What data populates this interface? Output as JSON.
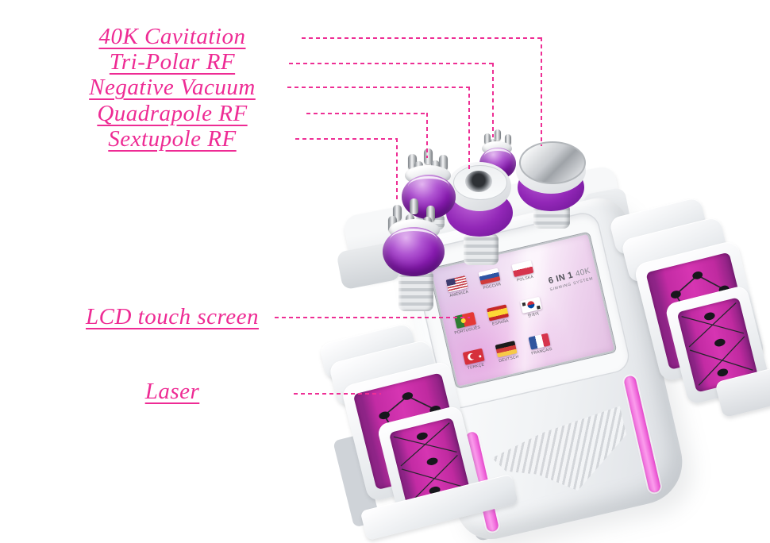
{
  "colors": {
    "annotation_pink": "#ee2b94",
    "device_purple": "#8a1cb2",
    "laser_pad_magenta": "#c32ba4",
    "led_strip_pink": "#f779e3",
    "body_white": "#f0f2f4"
  },
  "annotations": {
    "labels": [
      {
        "id": "40k-cavitation",
        "text": "40K Cavitation"
      },
      {
        "id": "tri-polar-rf",
        "text": "Tri-Polar RF"
      },
      {
        "id": "negative-vacuum",
        "text": "Negative Vacuum"
      },
      {
        "id": "quadrapole-rf",
        "text": "Quadrapole RF"
      },
      {
        "id": "sextupole-rf",
        "text": "Sextupole RF"
      },
      {
        "id": "lcd-touch-screen",
        "text": "LCD touch screen"
      },
      {
        "id": "laser",
        "text": "Laser"
      }
    ]
  },
  "machine": {
    "screen": {
      "title_bold": "6 IN 1",
      "title_suffix": "40K",
      "subtitle": "SIMMING SYSTEM",
      "languages": [
        {
          "flag": "usa",
          "name": "AMERICA"
        },
        {
          "flag": "russia",
          "name": "РОССИЯ"
        },
        {
          "flag": "poland",
          "name": "POLSKA"
        },
        {
          "flag": "portugal",
          "name": "PORTUGUÊS"
        },
        {
          "flag": "spain",
          "name": "ESPAÑA"
        },
        {
          "flag": "korea",
          "name": "한국어"
        },
        {
          "flag": "turkey",
          "name": "TÜRKÇE"
        },
        {
          "flag": "germany",
          "name": "DEUTSCH"
        },
        {
          "flag": "france",
          "name": "FRANÇAIS"
        }
      ]
    }
  }
}
